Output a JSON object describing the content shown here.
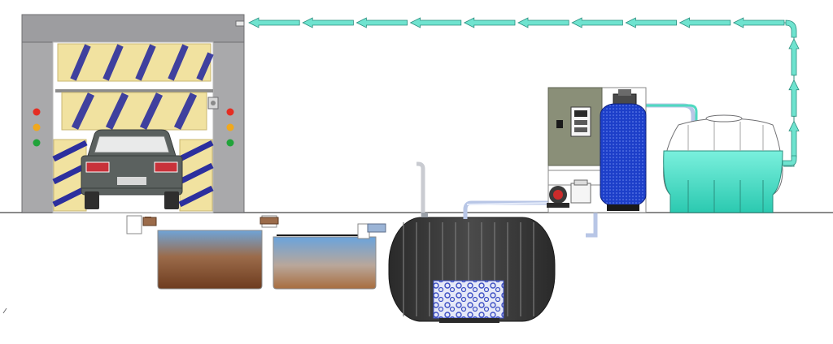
{
  "colors": {
    "background": "#ffffff",
    "ground_line": "#8a8a8a",
    "frame_gray": "#a9a9ab",
    "frame_dark": "#7f7f82",
    "brush_yellow": "#f1e2a0",
    "brush_blue": "#2c2f9e",
    "car_body": "#5b615f",
    "car_glass": "#e9eaea",
    "tail_light": "#c8323a",
    "signal_red": "#e52d22",
    "signal_amber": "#f0a81c",
    "signal_green": "#21a33a",
    "pipe_aqua": "#4fd9c0",
    "arrow_aqua": "#6fe3cf",
    "arrow_outline": "#2a8f7f",
    "sludge_brown": "#7c4a2c",
    "water_blue": "#7aa7d6",
    "tank_black": "#3a3a3a",
    "media_blue": "#3d4fc4",
    "control_panel": "#8a8f78",
    "filter_blue": "#1d3fc9",
    "storage_water": "#42e2c9"
  },
  "components": [
    {
      "id": "car-wash-gantry",
      "icon": "car-wash-gantry-icon"
    },
    {
      "id": "sedimentation-pit-1",
      "icon": "settling-pit-icon"
    },
    {
      "id": "sedimentation-pit-2",
      "icon": "settling-pit-icon"
    },
    {
      "id": "underground-treatment-tank",
      "icon": "biological-tank-icon"
    },
    {
      "id": "control-cabinet",
      "icon": "control-panel-icon"
    },
    {
      "id": "pressure-filter",
      "icon": "filter-vessel-icon"
    },
    {
      "id": "recycled-water-tank",
      "icon": "storage-tank-icon"
    }
  ],
  "flow": {
    "return_arrows": 10,
    "rising_arrows": 3
  }
}
